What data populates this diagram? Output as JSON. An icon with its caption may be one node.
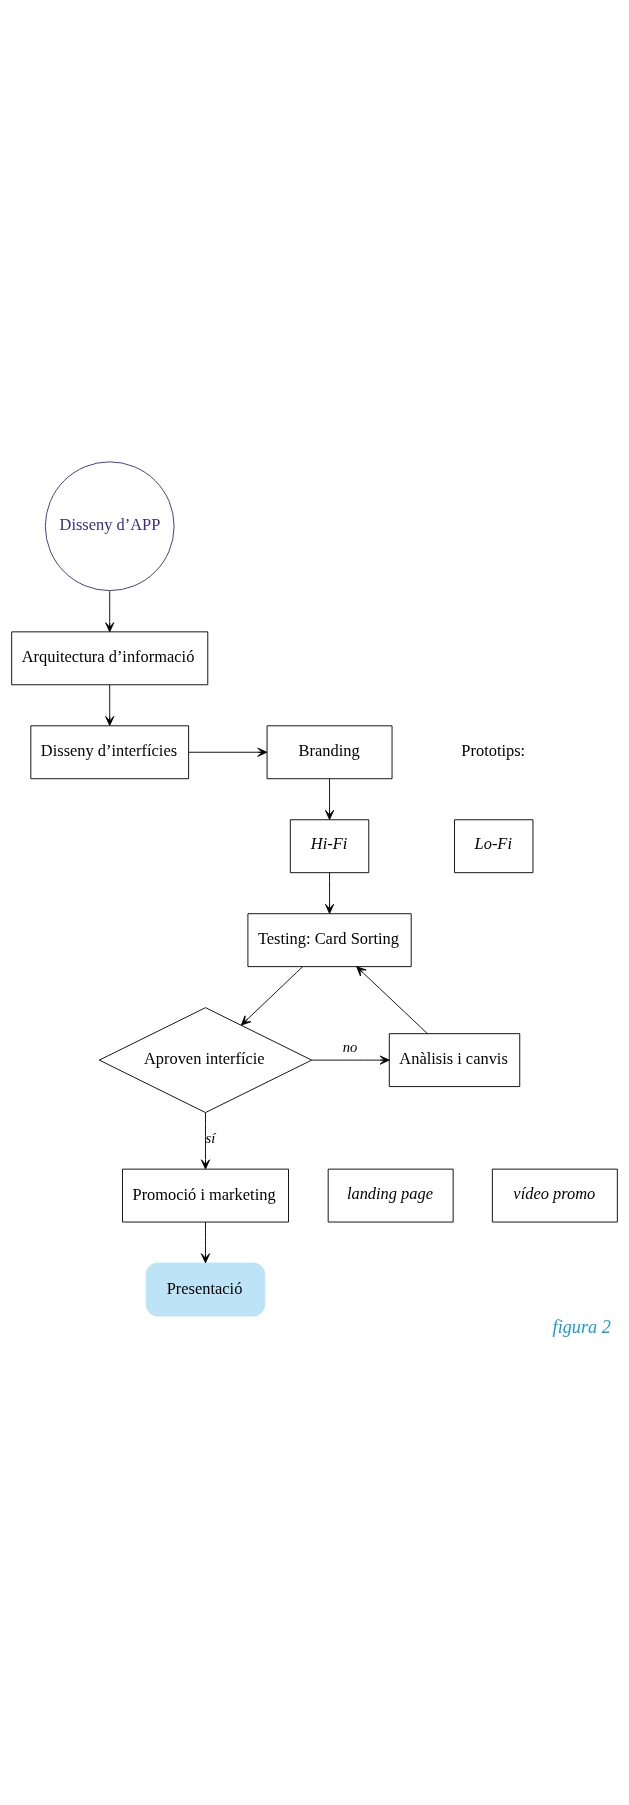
{
  "diagram": {
    "caption": "figura 2",
    "nodes": [
      {
        "text": [
          "Disseny d’APP"
        ]
      },
      {
        "text": [
          "Arquitectura d’informació"
        ]
      },
      {
        "text": [
          "Disseny d’interfícies"
        ]
      },
      {
        "text": [
          "Branding"
        ]
      },
      {
        "text": [
          "Lo-Fi"
        ],
        "beside": [
          "Prototips:"
        ]
      },
      {
        "text": [
          "Hi-Fi"
        ]
      },
      {
        "text": [
          "Testing: Card Sorting"
        ]
      },
      {
        "text": [
          "Aproven interfície"
        ]
      },
      {
        "text": [
          "Anàlisis i canvis"
        ]
      },
      {
        "text": [
          "Promoció i marketing"
        ]
      },
      {
        "text": [
          "landing page"
        ]
      },
      {
        "text": [
          "vídeo promo"
        ]
      },
      {
        "text": [
          "Presentació"
        ]
      }
    ],
    "edges": [
      {
        "from": 0,
        "to": 1,
        "arrow": "to"
      },
      {
        "from": 1,
        "to": 2,
        "arrow": "to"
      },
      {
        "from": 2,
        "to": 3,
        "arrow": "to"
      },
      {
        "from": 3,
        "to": 5,
        "arrow": "to"
      },
      {
        "from": 5,
        "to": 6,
        "arrow": "to"
      },
      {
        "from": 6,
        "to": 7,
        "arrow": "to"
      },
      {
        "from": 7,
        "to": 8,
        "arrow": "to",
        "label": "no"
      },
      {
        "from": 8,
        "to": 6,
        "arrow": "to"
      },
      {
        "from": 7,
        "to": 9,
        "arrow": "to",
        "label": "sí"
      },
      {
        "from": 9,
        "to": 12,
        "arrow": "to"
      }
    ]
  }
}
